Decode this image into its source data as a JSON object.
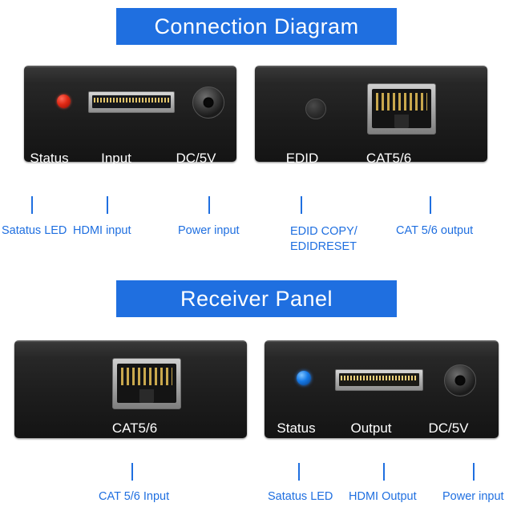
{
  "sections": [
    {
      "id": "connection",
      "title": "Connection Diagram"
    },
    {
      "id": "receiver",
      "title": "Receiver Panel"
    }
  ],
  "devices": {
    "transmitter_front": {
      "name": "Transmitter front panel",
      "port_labels": [
        "Status",
        "Input",
        "DC/5V"
      ],
      "components": [
        "status-led-red",
        "hdmi-port",
        "dc-jack"
      ]
    },
    "transmitter_back": {
      "name": "Transmitter back panel",
      "port_labels": [
        "EDID",
        "CAT5/6"
      ],
      "components": [
        "edid-button",
        "rj45-port"
      ]
    },
    "receiver_cat": {
      "name": "Receiver CAT panel",
      "port_labels": [
        "CAT5/6"
      ],
      "components": [
        "rj45-port"
      ]
    },
    "receiver_hdmi": {
      "name": "Receiver HDMI panel",
      "port_labels": [
        "Status",
        "Output",
        "DC/5V"
      ],
      "components": [
        "status-led-blue",
        "hdmi-port-gold",
        "dc-jack"
      ]
    }
  },
  "callouts": {
    "tx_status_led": "Satatus LED",
    "tx_hdmi_input": "HDMI input",
    "tx_power_input": "Power input",
    "tx_edid": "EDID COPY/\nEDIDRESET",
    "tx_edid_line1": "EDID COPY/",
    "tx_edid_line2": "EDIDRESET",
    "tx_cat_output": "CAT 5/6 output",
    "rx_cat_input": "CAT 5/6 Input",
    "rx_status_led": "Satatus LED",
    "rx_hdmi_output": "HDMI Output",
    "rx_power_input": "Power input"
  },
  "colors": {
    "accent": "#1f6fe0",
    "banner_text": "#ffffff",
    "device_body": "#1d1d1d",
    "led_red": "#e02a15",
    "led_blue": "#1579e6",
    "background": "#ffffff"
  }
}
